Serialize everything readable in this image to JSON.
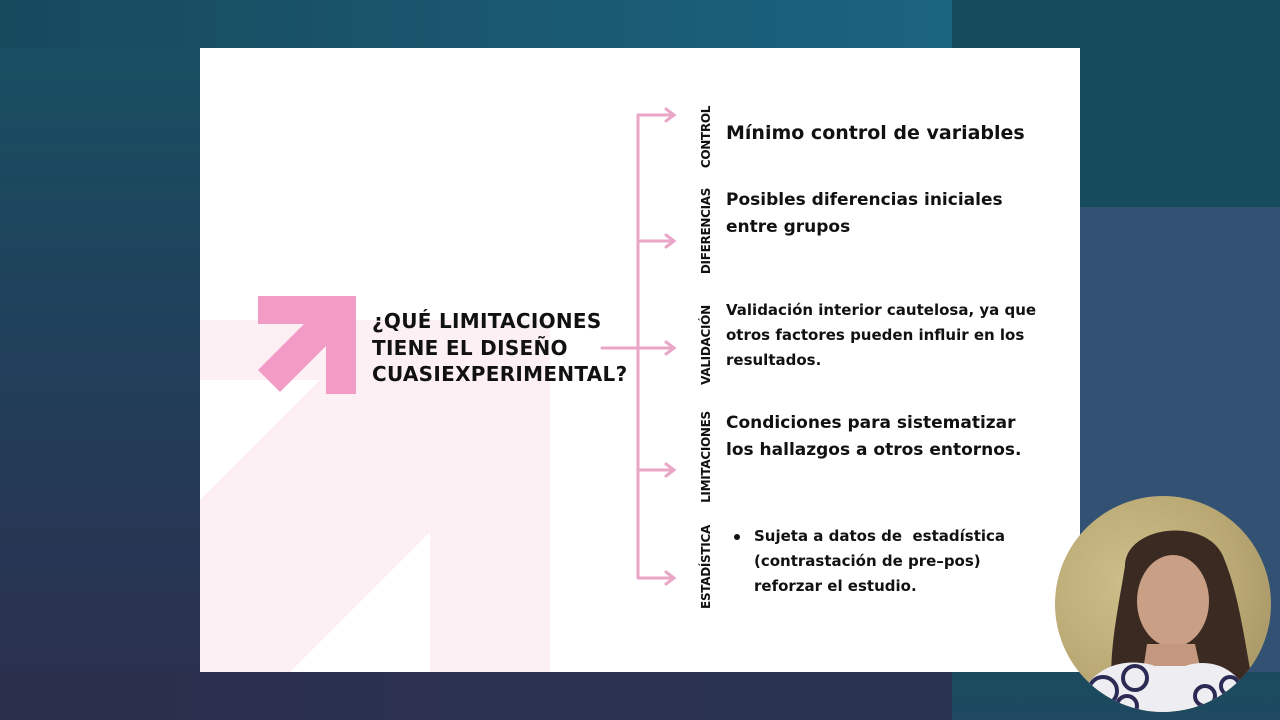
{
  "slide": {
    "question": "¿QUÉ LIMITACIONES TIENE EL DISEÑO CUASIEXPERIMENTAL?",
    "question_lines": [
      "¿QUÉ LIMITACIONES",
      "TIENE EL DISEÑO",
      "CUASIEXPERIMENTAL?"
    ],
    "branches": [
      {
        "label": "CONTROL",
        "lines": [
          "Mínimo control de variables"
        ]
      },
      {
        "label": "DIFERENCIAS",
        "lines": [
          "Posibles diferencias iniciales",
          "entre grupos"
        ]
      },
      {
        "label": "VALIDACIÓN",
        "lines": [
          "Validación interior cautelosa, ya que",
          "otros factores pueden influir en los",
          "resultados."
        ]
      },
      {
        "label": "LIMITACIONES",
        "lines": [
          "Condiciones para sistematizar",
          "los hallazgos a otros entornos."
        ]
      },
      {
        "label": "ESTADÍSTICA",
        "bullet": true,
        "lines": [
          "Sujeta a datos de  estadística",
          "(contrastación de pre–pos)",
          "reforzar el estudio."
        ]
      }
    ]
  },
  "webcam": {
    "label": "presenter-video"
  },
  "colors": {
    "accent_pink": "#f29bc4",
    "connector_pink": "#e9a6c7",
    "ghost_pink": "#fcf0f5",
    "background_teal": "#1a5468",
    "background_navy": "#2a2e48",
    "panel_slate": "#335273"
  }
}
